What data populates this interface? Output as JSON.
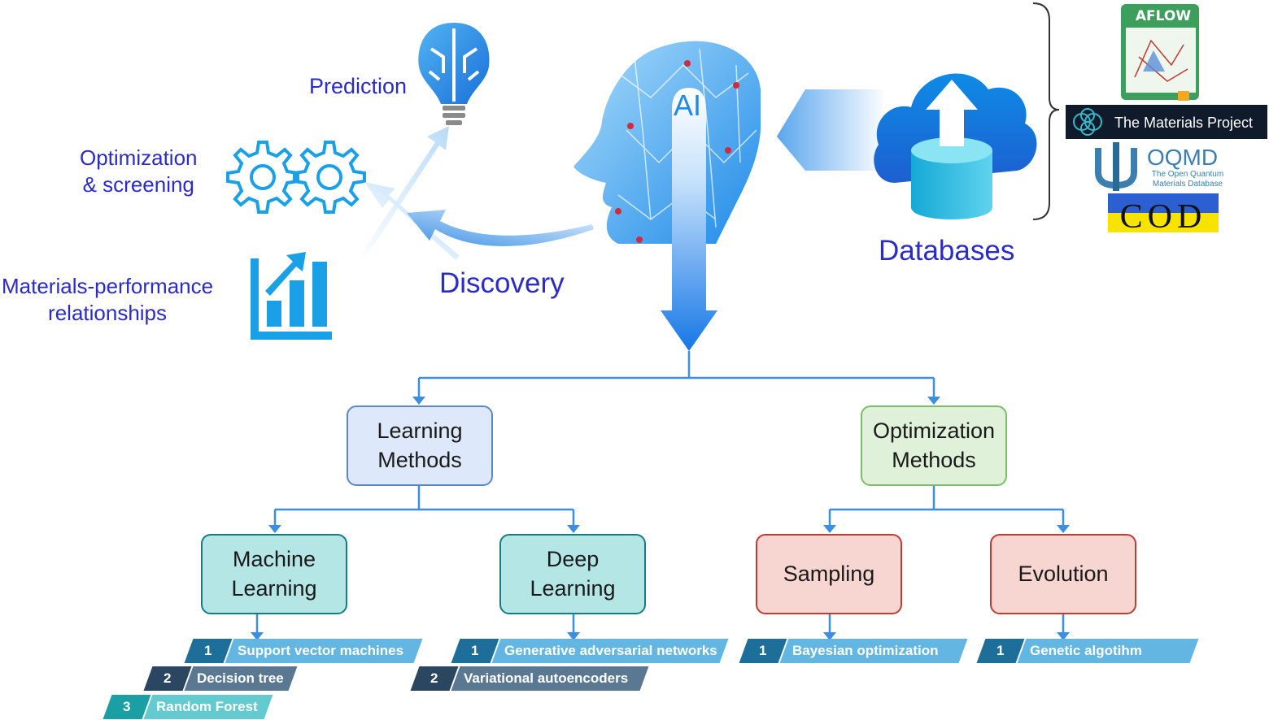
{
  "center": {
    "ai_label": "AI"
  },
  "left": {
    "prediction": "Prediction",
    "optimization_line1": "Optimization",
    "optimization_line2": "& screening",
    "relationships_line1": "Materials-performance",
    "relationships_line2": "relationships",
    "discovery": "Discovery"
  },
  "databases": {
    "label": "Databases",
    "aflow": "AFLOW",
    "materials_project": "The Materials Project",
    "oqmd": "OQMD",
    "oqmd_sub_line1": "The Open Quantum",
    "oqmd_sub_line2": "Materials Database",
    "cod": "COD"
  },
  "tree": {
    "learning": "Learning\nMethods",
    "optimization": "Optimization\nMethods",
    "machine_learning": "Machine\nLearning",
    "deep_learning": "Deep\nLearning",
    "sampling": "Sampling",
    "evolution": "Evolution"
  },
  "lists": {
    "ml": [
      {
        "num": "1",
        "text": "Support vector machines"
      },
      {
        "num": "2",
        "text": "Decision tree"
      },
      {
        "num": "3",
        "text": "Random Forest"
      }
    ],
    "dl": [
      {
        "num": "1",
        "text": "Generative adversarial networks"
      },
      {
        "num": "2",
        "text": "Variational autoencoders"
      }
    ],
    "sampling": [
      {
        "num": "1",
        "text": "Bayesian optimization"
      }
    ],
    "evolution": [
      {
        "num": "1",
        "text": "Genetic algotihm"
      }
    ]
  },
  "colors": {
    "label_blue": "#2b2bc8",
    "icon_blue": "#1aa0e6",
    "connector_blue": "#3b8ee0"
  }
}
